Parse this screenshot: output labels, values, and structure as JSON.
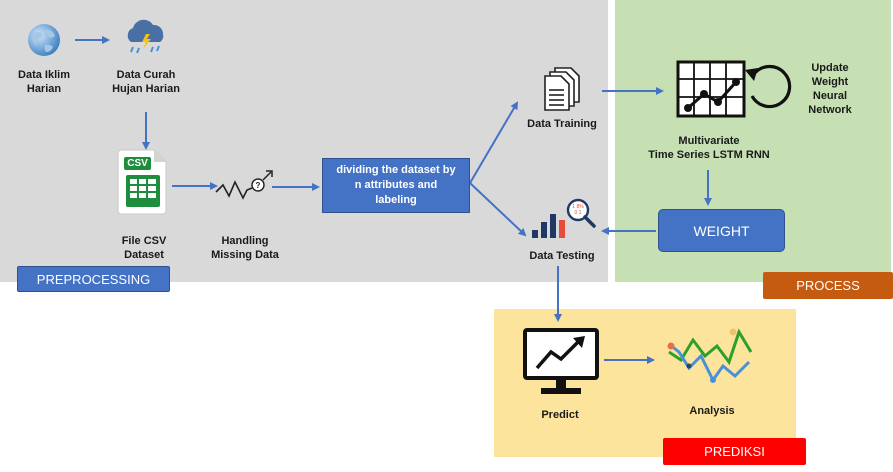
{
  "colors": {
    "preprocessing_bg": "#d9d9d9",
    "process_bg": "#c6e0b4",
    "prediksi_bg": "#fde49c",
    "arrow": "#4472c4",
    "blue_box": "#4472c4",
    "orange_tag": "#c55a11",
    "red_tag": "#ff0000"
  },
  "nodes": {
    "data_iklim": "Data Iklim\nHarian",
    "data_curah": "Data Curah\nHujan Harian",
    "file_csv": "File CSV\nDataset",
    "csv_icon_text": "CSV",
    "handling": "Handling\nMissing Data",
    "dividing": "dividing the dataset by\nn attributes and\nlabeling",
    "data_training": "Data Training",
    "data_testing": "Data Testing",
    "lstm": "Multivariate\nTime Series LSTM RNN",
    "update": "Update\nWeight\nNeural\nNetwork",
    "weight": "WEIGHT",
    "predict": "Predict",
    "analysis": "Analysis"
  },
  "sections": {
    "preprocessing": "PREPROCESSING",
    "process": "PROCESS",
    "prediksi": "PREDIKSI"
  },
  "icons": [
    "globe-icon",
    "storm-cloud-icon",
    "csv-file-icon",
    "missing-data-icon",
    "documents-icon",
    "lstm-chart-icon",
    "loop-arrow-icon",
    "bar-magnifier-icon",
    "monitor-chart-icon",
    "line-analysis-icon"
  ]
}
